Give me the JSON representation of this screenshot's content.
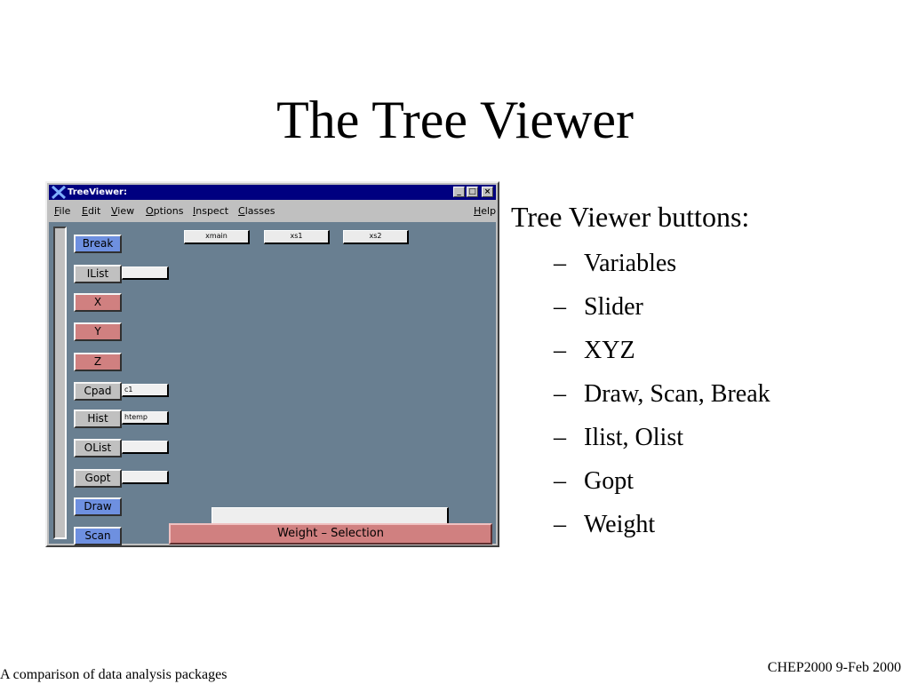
{
  "slide": {
    "title": "The Tree Viewer",
    "heading": "Tree Viewer buttons:",
    "bullets": [
      "Variables",
      "Slider",
      "XYZ",
      "Draw, Scan, Break",
      "Ilist, Olist",
      "Gopt",
      "Weight"
    ],
    "footer_left": "A comparison of data analysis packages",
    "footer_right": "CHEP2000 9-Feb 2000"
  },
  "window": {
    "title": "TreeViewer:",
    "controls": [
      "_",
      "□",
      "×"
    ],
    "menus": [
      {
        "key": "F",
        "rest": "ile"
      },
      {
        "key": "E",
        "rest": "dit"
      },
      {
        "key": "V",
        "rest": "iew"
      },
      {
        "key": "O",
        "rest": "ptions"
      },
      {
        "key": "I",
        "rest": "nspect"
      },
      {
        "key": "C",
        "rest": "lasses"
      }
    ],
    "help": {
      "key": "H",
      "rest": "elp"
    },
    "vars": [
      "xmain",
      "xs1",
      "xs2"
    ],
    "side_buttons": {
      "break": "Break",
      "ilist": "IList",
      "x": "X",
      "y": "Y",
      "z": "Z",
      "cpad": "Cpad",
      "hist": "Hist",
      "olist": "OList",
      "gopt": "Gopt",
      "draw": "Draw",
      "scan": "Scan"
    },
    "fields": {
      "ilist": "",
      "cpad": "c1",
      "hist": "htemp",
      "olist": "",
      "gopt": ""
    },
    "weight_label": "Weight – Selection",
    "colors": {
      "client": "#697f91",
      "titlebar": "#000080",
      "blue_button": "#6e90e0",
      "red_button": "#d08080"
    }
  }
}
